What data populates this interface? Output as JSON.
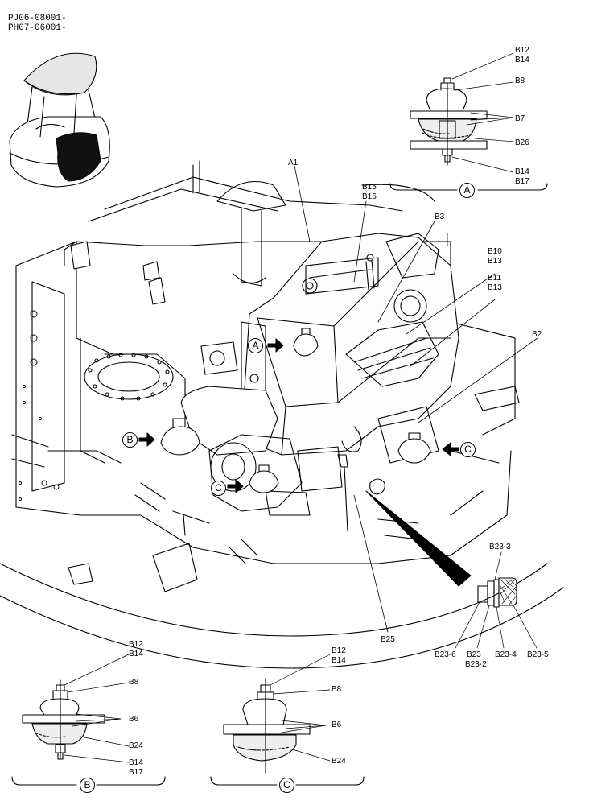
{
  "header": {
    "line1": "PJ06-08001-",
    "line2": "PH07-06001-"
  },
  "main_labels": {
    "A1": "A1",
    "B15": "B15",
    "B16": "B16",
    "B3": "B3",
    "B10": "B10",
    "B13a": "B13",
    "B11": "B11",
    "B13b": "B13",
    "B2": "B2",
    "B25": "B25"
  },
  "callouts": {
    "A": "A",
    "B": "B",
    "C": "C"
  },
  "detail_A": {
    "B12": "B12",
    "B14_top": "B14",
    "B8": "B8",
    "B7": "B7",
    "B26": "B26",
    "B14_bottom": "B14",
    "B17": "B17",
    "caption": "A"
  },
  "detail_B": {
    "B12": "B12",
    "B14_top": "B14",
    "B8": "B8",
    "B6": "B6",
    "B24": "B24",
    "B14_bottom": "B14",
    "B17": "B17",
    "caption": "B"
  },
  "detail_C": {
    "B12": "B12",
    "B14_top": "B14",
    "B8": "B8",
    "B6": "B6",
    "B24": "B24",
    "caption": "C"
  },
  "detail_B23": {
    "B23_3": "B23-3",
    "B23_6": "B23-6",
    "B23": "B23",
    "B23_2": "B23-2",
    "B23_4": "B23-4",
    "B23_5": "B23-5"
  }
}
